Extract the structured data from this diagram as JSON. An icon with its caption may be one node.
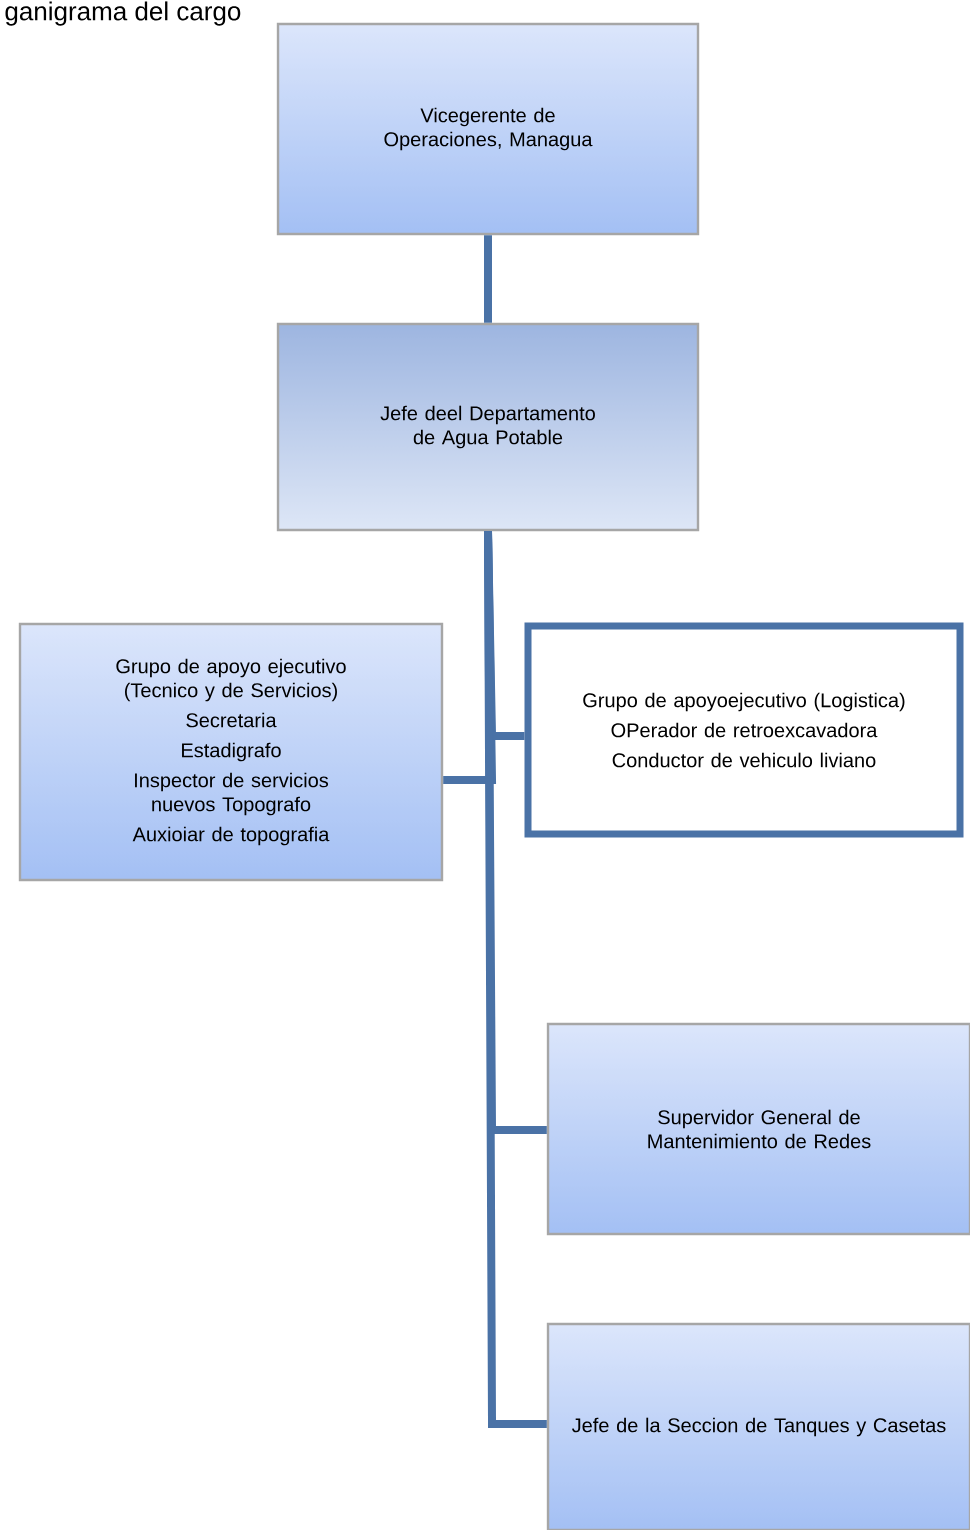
{
  "diagram": {
    "title": "ganigrama del cargo",
    "nodes": [
      {
        "text": [
          "Vicegerente de Operaciones, Managua"
        ]
      },
      {
        "text": [
          "Jefe deel Departamento de Agua Potable"
        ]
      },
      {
        "text": [
          "Grupo de apoyo ejecutivo (Tecnico y de Servicios)",
          "Secretaria",
          "Estadigrafo",
          "Inspector de servicios nuevos Topografo",
          "Auxioiar de topografia"
        ]
      },
      {
        "text": [
          "Grupo de apoyoejecutivo (Logistica)",
          "OPerador de retroexcavadora",
          "Conductor de vehiculo liviano"
        ]
      },
      {
        "text": [
          "Supervidor General de Mantenimiento de Redes"
        ]
      },
      {
        "text": [
          "Jefe de la Seccion de Tanques y Casetas"
        ]
      }
    ],
    "edges": [
      {
        "from": 0,
        "to": 1,
        "arrow": "none"
      },
      {
        "from": 1,
        "to": 2,
        "arrow": "none"
      },
      {
        "from": 1,
        "to": 3,
        "arrow": "none"
      },
      {
        "from": 1,
        "to": 4,
        "arrow": "none"
      },
      {
        "from": 1,
        "to": 5,
        "arrow": "none"
      }
    ]
  }
}
